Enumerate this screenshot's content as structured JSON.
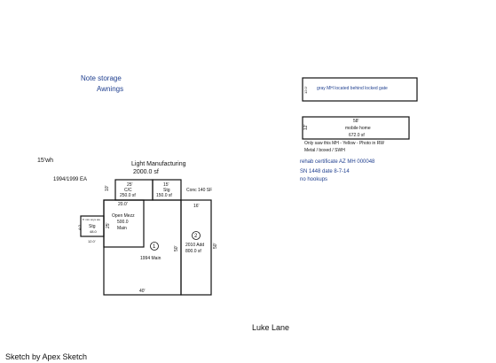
{
  "notes": {
    "storage": "Note storage",
    "awnings": "Awnings",
    "wh": "15'wh",
    "years_ea": "1994/1999 EA",
    "light_mfg": "Light Manufacturing",
    "light_mfg_area": "2000.0 sf"
  },
  "plan": {
    "carport_width": "25'",
    "carport_name": "C/C",
    "carport_area": "250.0 sf",
    "carport_depth": "10'",
    "storage_width": "15'",
    "storage_name": "Stg",
    "storage_area": "150.0 sf",
    "conc": "Conc 140 SF",
    "dim_20": "20.0'",
    "dim_16": "16'",
    "open_mezz": "Open Mezz",
    "open_mezz_area": "500.0",
    "open_mezz_main": "Main",
    "left_dim": "25'",
    "small_stg_note": "6' min onyx aw",
    "small_stg_name": "Stg",
    "small_stg_area": "48.0",
    "small_left_dim": "4.0'",
    "small_bottom_dim": "12.0'",
    "main_label": "1994 Main",
    "main_marker": "1",
    "add_marker": "2",
    "add_label": "2010 Add",
    "add_area": "800.0 sf",
    "dim_50": "50'",
    "right_dim": "50'",
    "bottom_dim": "40'"
  },
  "right": {
    "gray_mh": "gray MH located behind locked gate",
    "gray_mh_side": "12.0'",
    "mh_width": "58'",
    "mh_name": "mobile home",
    "mh_area": "672.0 sf",
    "mh_side": "12'",
    "note1": "Only saw this MH - Yellow - Photo in RW",
    "note2": "Metal / boxed / SWH",
    "cert": "rehab certificate AZ MH 000048",
    "sn": "SN 1448   date 8-7-14",
    "hookups": "no hookups"
  },
  "street": "Luke Lane",
  "footer": "Sketch by Apex Sketch"
}
